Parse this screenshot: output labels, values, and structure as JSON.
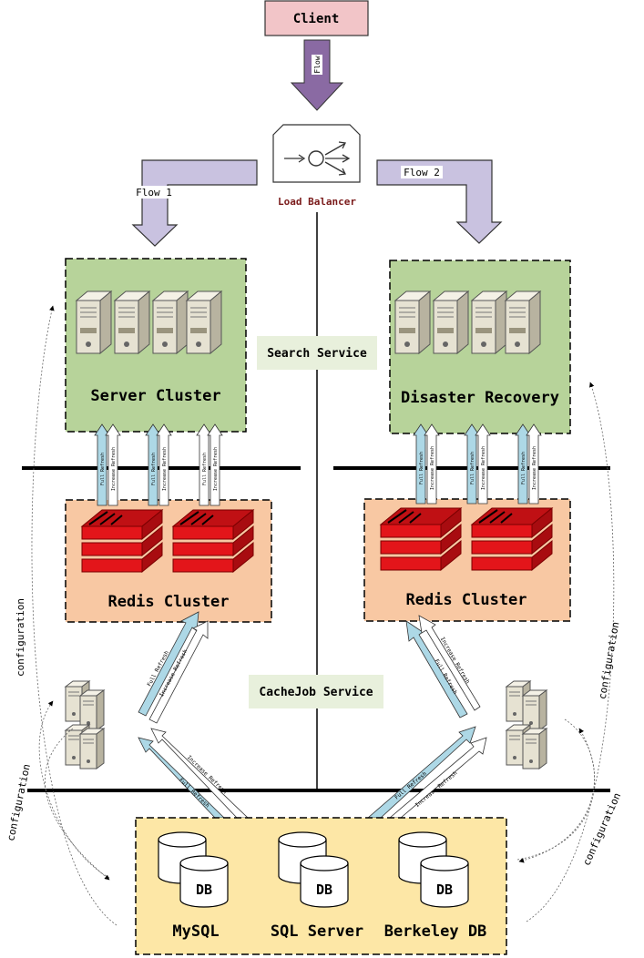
{
  "client": {
    "label": "Client"
  },
  "top_flow_label": "Flow",
  "load_balancer": {
    "label": "Load Balancer"
  },
  "flows": {
    "left": "Flow 1",
    "right": "Flow 2"
  },
  "search_service": "Search Service",
  "cachejob_service": "CacheJob Service",
  "server_cluster": {
    "label": "Server Cluster"
  },
  "disaster_recovery": {
    "label": "Disaster Recovery"
  },
  "redis_left": {
    "label": "Redis Cluster"
  },
  "redis_right": {
    "label": "Redis Cluster"
  },
  "refresh": {
    "full": "Full Refresh",
    "incr": "Increase Refresh"
  },
  "configuration": "configuration",
  "databases": {
    "db_badge": "DB",
    "items": [
      {
        "label": "MySQL"
      },
      {
        "label": "SQL Server"
      },
      {
        "label": "Berkeley DB"
      }
    ]
  },
  "colors": {
    "client_fill": "#f2c5c8",
    "purple_arrow": "#8a6aa3",
    "lavender_arrow": "#c9c2e0",
    "green_box": "#b7d39a",
    "salmon_box": "#f8c8a3",
    "yellow_box": "#fde7a6",
    "label_bg": "#e8f0dc",
    "light_blue": "#add8e6",
    "redis_red": "#e3151a"
  }
}
